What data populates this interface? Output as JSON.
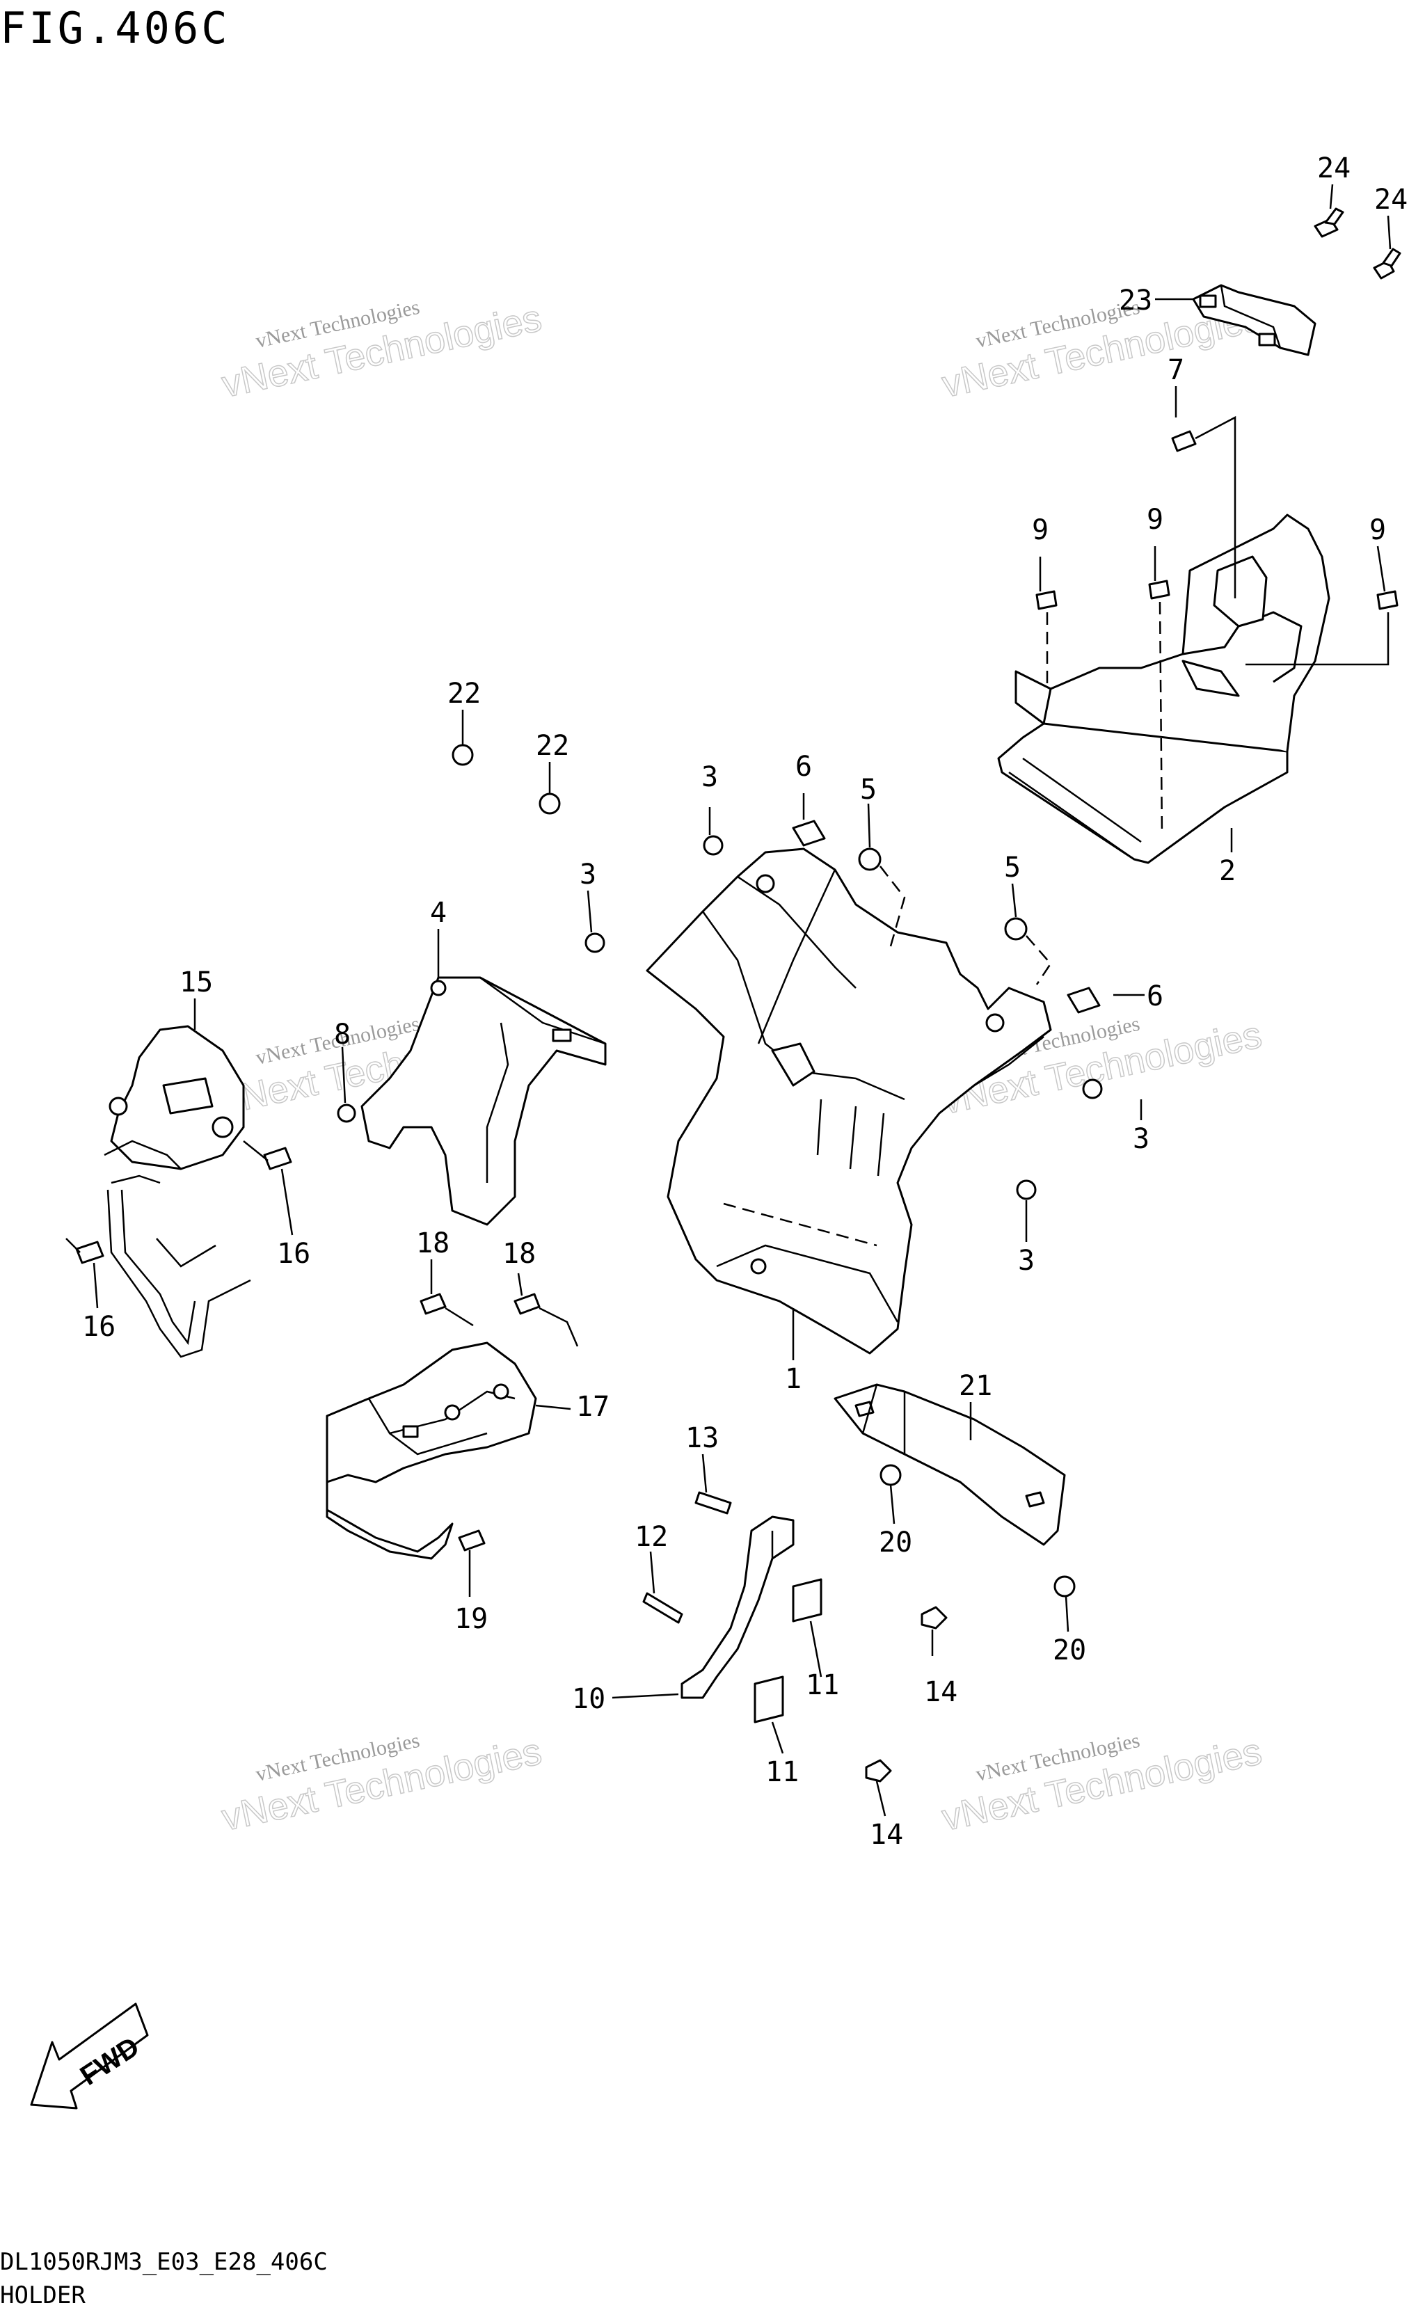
{
  "header": {
    "figure_title": "FIG.406C"
  },
  "footer": {
    "model_code": "DL1050RJM3_E03_E28_406C",
    "section_name": "HOLDER"
  },
  "watermark": {
    "line1": "vNext Technologies",
    "line2": "vNext Technologies"
  },
  "fwd_label": "FWD",
  "callouts": {
    "c1": "1",
    "c2": "2",
    "c3a": "3",
    "c3b": "3",
    "c3c": "3",
    "c3d": "3",
    "c4": "4",
    "c5a": "5",
    "c5b": "5",
    "c6a": "6",
    "c6b": "6",
    "c7": "7",
    "c8": "8",
    "c9a": "9",
    "c9b": "9",
    "c9c": "9",
    "c10": "10",
    "c11a": "11",
    "c11b": "11",
    "c12": "12",
    "c13": "13",
    "c14a": "14",
    "c14b": "14",
    "c15": "15",
    "c16a": "16",
    "c16b": "16",
    "c17": "17",
    "c18a": "18",
    "c18b": "18",
    "c19": "19",
    "c20a": "20",
    "c20b": "20",
    "c21": "21",
    "c22a": "22",
    "c22b": "22",
    "c23": "23",
    "c24a": "24",
    "c24b": "24"
  }
}
